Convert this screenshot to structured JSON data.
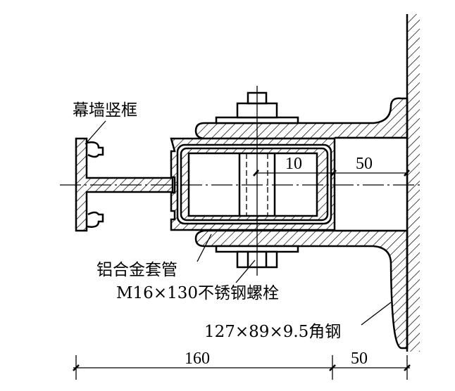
{
  "labels": {
    "mullion": "幕墙竖框",
    "sleeve": "铝合金套管",
    "bolt": "M16×130不锈钢螺栓",
    "angle_steel": "127×89×9.5角钢"
  },
  "dimensions": {
    "inner_offset": "10",
    "inner_right": "50",
    "bottom_left": "160",
    "bottom_right": "50"
  }
}
